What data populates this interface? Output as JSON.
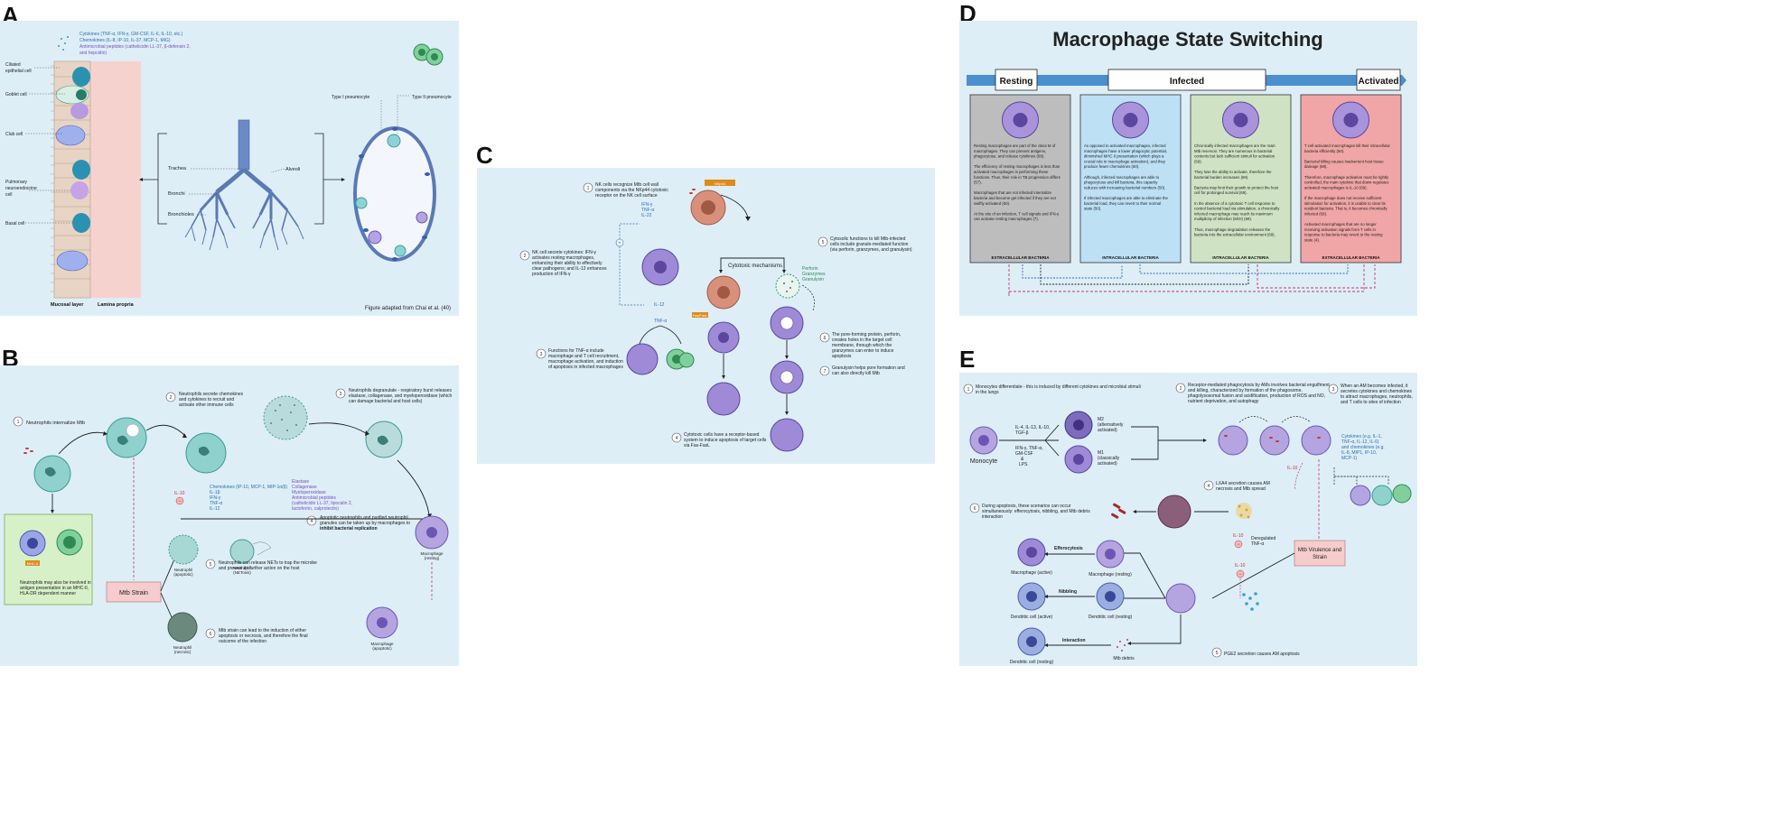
{
  "panels": {
    "a": {
      "letter": "A",
      "legend": [
        "Cytokines (TNF-α, IFN-γ, GM-CSF, IL-6, IL-10, etc.)",
        "Chemokines (IL-8, IP-10, IL-37, MCP-1, MIG)",
        "Antimicrobial peptides (cathelicidin LL-37, β-defensin 2,",
        "and hepcidin)"
      ],
      "cell_labels": {
        "ciliated": [
          "Ciliated",
          "epithelial cell"
        ],
        "goblet": "Goblet cell",
        "club": "Club cell",
        "pulmonary": [
          "Pulmonary",
          "neuroendocrine",
          "cell"
        ],
        "basal": "Basal cell"
      },
      "airway_labels": {
        "trachea": "Trachea",
        "bronchi": "Bronchi",
        "bronchioles": "Bronchioles",
        "alveoli": "Alveoli"
      },
      "pneumocyte_labels": {
        "type1": "Type I pneumocyte",
        "type2": "Type II pneumocyte"
      },
      "layer_labels": {
        "mucosal": "Mucosal layer",
        "lamina": "Lamina propria"
      },
      "credit": "Figure adapted from Chai et al. (40)"
    },
    "b": {
      "letter": "B",
      "step1": "Neutrophils internalize Mtb",
      "step2": [
        "Neutrophils secrete chemokines",
        "and cytokines to recruit and",
        "activate other immune cells"
      ],
      "step3": [
        "Neutrophils degranulate - respiratory burst releases",
        "elastase, collagenase, and myeloperoxidase (which",
        "can damage bacterial and host cells)"
      ],
      "cytokines": [
        "Chemokines (IP-10, MCP-1, MIP-1α/β)",
        "IL-1β",
        "IFN-γ",
        "TNF-α",
        "IL-12"
      ],
      "il10": "IL-10",
      "granules": [
        "Elastase",
        "Collagenase",
        "Myeloperoxidase",
        "Antimicrobial peptides",
        "(cathelicidin LL-37, lipocalin 2,",
        "lactoferrin, calprotectin)"
      ],
      "step4": [
        "Apoptotic neutrophils and purified neutrophil",
        "granules can be taken up by macrophages to",
        "inhibit bacterial replication"
      ],
      "step5": [
        "Neutrophils can release NETs to trap the microbe",
        "and prevent its further action on the host"
      ],
      "step6": [
        "Mtb strain can lead to the induction of either",
        "apoptosis or necrosis, and therefore the final",
        "outcome of the infection"
      ],
      "step7": [
        "Neutrophils may also be involved in",
        "antigen presentation in an MHC-II,",
        "HLA-DR dependent manner"
      ],
      "mhc": "MHC-II",
      "strain": "Mtb Strain",
      "neut_apoptotic": [
        "Neutrophil",
        "(apoptotic)"
      ],
      "neut_nets": [
        "Neutrophil",
        "(NETosis)"
      ],
      "neut_necrotic": [
        "Neutrophil",
        "(necrotic)"
      ],
      "mac_resting": [
        "Macrophage",
        "(resting)"
      ],
      "mac_apoptotic": [
        "Macrophage",
        "(apoptotic)"
      ]
    },
    "c": {
      "letter": "C",
      "step1": [
        "NK cells recognize Mtb cell wall",
        "components via the NKp44 cytotoxic",
        "receptor on the NK cell surface"
      ],
      "nkp44": "NKp44",
      "cytokines": [
        "IFN-γ",
        "TNF-α",
        "IL-22"
      ],
      "il12": "IL-12",
      "tnf": "TNF-α",
      "step2": [
        "NK cell secrete cytokines: IFN-γ",
        "activates resting macrophages,",
        "enhancing their ability to effectively",
        "clear pathogens; and IL-12 enhances",
        "production of IFN-γ"
      ],
      "mechanisms": "Cytotoxic mechanisms",
      "step3": [
        "Functions for TNF-α include",
        "macrophage and T cell recruitment,",
        "macrophage activation, and induction",
        "of apoptosis in infected macrophages"
      ],
      "fasfasl": "Fas/FasL",
      "step4": [
        "Cytotoxic cells have a receptor-based",
        "system to induce apoptosis of target cells",
        "via Fas-FasL"
      ],
      "step5": [
        "Cytosolic functions to kill Mtb-infected",
        "cells include granule-mediated function",
        "(via perforin, granzymes, and granulysin)"
      ],
      "granule_labels": [
        "Perforin",
        "Granzymes",
        "Granulysin"
      ],
      "step6": [
        "The pore-forming protein, perforin,",
        "creates holes in the target cell",
        "membrane, through which the",
        "granzymes can enter to induce",
        "apoptosis"
      ],
      "step7": [
        "Granulysin helps pore formation and",
        "can also directly kill Mtb"
      ]
    },
    "d": {
      "letter": "D",
      "title": "Macrophage State Switching",
      "states": {
        "resting": "Resting",
        "infected": "Infected",
        "activated": "Activated"
      },
      "columns": [
        {
          "color": "#bdbdbd",
          "text": [
            "Resting macrophages are part of the class M of",
            "macrophages. They can present antigens,",
            "phagocytose, and release cytokines (68).",
            "",
            "The efficiency of resting macrophages is less than",
            "activated macrophages in performing these",
            "functions. Thus, their role in TB progression differs",
            "(57).",
            "",
            "Macrophages that are not infected internalize",
            "bacteria and become get infected if they are not",
            "swiftly activated (50).",
            "",
            "At the site of an infection, T cell signals and IFN-γ",
            "can activate resting macrophages (7)."
          ],
          "footer": "EXTRACELLULAR BACTERIA"
        },
        {
          "color": "#bde0f5",
          "text": [
            "As opposed to activated macrophages, infected",
            "macrophages have a lower phagocytic potential,",
            "diminished MHC II presentation (which plays a",
            "crucial role in macrophage activation), and they",
            "produce fewer chemokines (50).",
            "",
            "Although, infected macrophages are able to",
            "phagocytose and kill bacteria, this capacity",
            "reduces with increasing bacterial numbers (50).",
            "",
            "If infected macrophages are able to eliminate the",
            "bacterial load, they can revert to their normal",
            "state (50)."
          ],
          "footer": "INTRACELLULAR BACTERIA"
        },
        {
          "color": "#cfe3c4",
          "text": [
            "Chronically infected macrophages are the main",
            "Mtb reservoir. They are numerous in bacterial",
            "contents but lack sufficient stimuli for activation",
            "(69).",
            "",
            "They lose the ability to activate, therefore the",
            "bacterial burden increases (69).",
            "",
            "Bacteria may limit their growth to protect the host",
            "cell for prolonged survival (69).",
            "",
            "In the absence of a cytotoxic T cell response to",
            "control bacterial load via stimulation, a chronically",
            "infected macrophage may reach its maximum",
            "multiplicity of infection (MOI) (69).",
            "",
            "Thus, macrophage degradation releases the",
            "bacteria into the extracellular environment (69)."
          ],
          "footer": "INTRACELLULAR BACTERIA"
        },
        {
          "color": "#f0a6a6",
          "text": [
            "T cell-activated macrophages kill their intracellular",
            "bacteria efficiently (50).",
            "",
            "Bacterial killing causes inadvertent host tissue",
            "damage (69).",
            "",
            "Therefore, macrophage activation must be tightly",
            "controlled; the main cytokine that down-regulates",
            "activated macrophages is IL-10 (69).",
            "",
            "If the macrophage does not receive sufficient",
            "stimulation for activation, it is unable to clear its",
            "resident bacteria. That is, it becomes chronically",
            "infected (69).",
            "",
            "Activated macrophages that are no longer",
            "receiving activation signals from T cells in",
            "response to bacteria may revert to the resting",
            "state (4)."
          ],
          "footer": "EXTRACELLULAR BACTERIA"
        }
      ]
    },
    "e": {
      "letter": "E",
      "step1": [
        "Monocytes differentiate - this is induced by different cytokines and microbial stimuli",
        "in the lungs"
      ],
      "monocyte": "Monocyte",
      "m2_cytokines": [
        "IL-4, IL-13, IL-10,",
        "TGF-β"
      ],
      "m1_cytokines": [
        "IFN-γ, TNF-α,",
        "GM-CSF",
        "&",
        "LPS"
      ],
      "m2": [
        "M2",
        "(alternatively",
        "activated)"
      ],
      "m1": [
        "M1",
        "(classically",
        "activated)"
      ],
      "step2": [
        "Receptor-mediated phagocytosis by AMs involves bacterial engulfment",
        "and killing, characterized by formation of the phagosome,",
        "phagolysosomal fusion and acidification, production of ROS and NO,",
        "nutrient deprivation, and autophagy"
      ],
      "step3": [
        "When an AM becomes infected, it",
        "secretes cytokines and chemokines",
        "to attract macrophages, neutrophils,",
        "and T cells to sites of infection"
      ],
      "cytokine_list": [
        "Cytokines (e.g. IL-1,",
        "TNF-α, IL-12, IL-6)",
        "and chemokines (e.g.",
        "IL-8, MIP1, IP-10,",
        "MCP-1)"
      ],
      "step4": [
        "LXA4 secretion causes AM",
        "necrosis and Mtb spread"
      ],
      "il10": "IL-10",
      "dereg": [
        "Deregulated",
        "TNF-α"
      ],
      "virulence": [
        "Mtb Virulence and",
        "Strain"
      ],
      "step5": "PGE2 secretion causes AM apoptosis",
      "step6": [
        "During apoptosis, these scenarios can occur",
        "simultaneously: efferocytosis, nibbling, and Mtb debris",
        "interaction"
      ],
      "efferocytosis": "Efferocytosis",
      "nibbling": "Nibbling",
      "interaction": "Interaction",
      "mac_active": "Macrophage (active)",
      "mac_resting": "Macrophage (resting)",
      "dc_active": "Dendritic cell (active)",
      "dc_resting": "Dendritic cell (resting)",
      "dc_resting2": "Dendritic cell (resting)",
      "debris": "Mtb debris"
    }
  }
}
